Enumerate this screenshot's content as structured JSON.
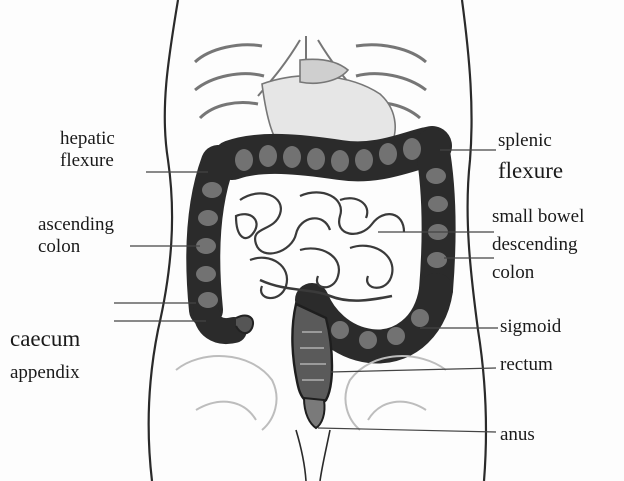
{
  "labels": {
    "hepatic": [
      "hepatic",
      "flexure"
    ],
    "ascending": [
      "ascending",
      "colon"
    ],
    "caecum": "caecum",
    "appendix": "appendix",
    "splenic": "splenic",
    "splenic_flexure": "flexure",
    "small_bowel": "small bowel",
    "descending": [
      "descending",
      "colon"
    ],
    "sigmoid": "sigmoid",
    "rectum": "rectum",
    "anus": "anus"
  },
  "colors": {
    "ink": "#1a1a1a",
    "organ_dark": "#2b2b2b",
    "organ_mid": "#6f6f6f",
    "organ_light": "#bdbdbd",
    "background": "#fdfdfd"
  }
}
